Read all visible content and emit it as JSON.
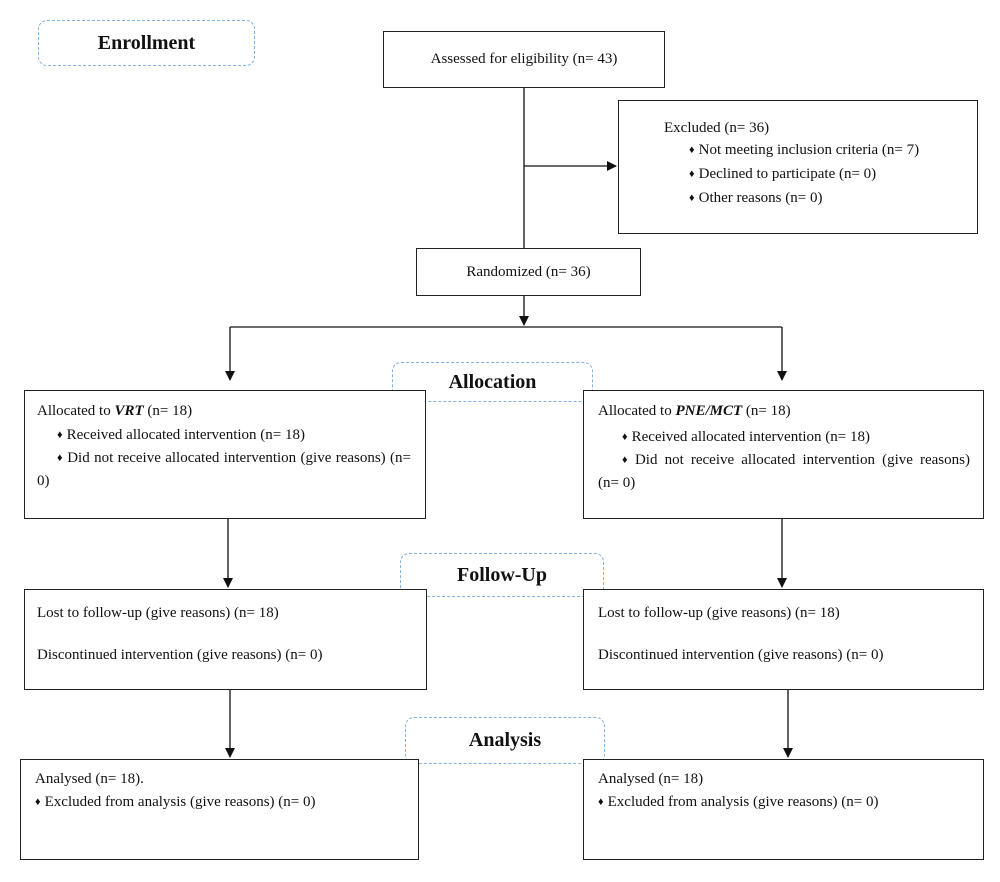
{
  "stages": {
    "enrollment": "Enrollment",
    "allocation": "Allocation",
    "follow_up": "Follow-Up",
    "analysis": "Analysis"
  },
  "assessed": "Assessed for eligibility (n= 43)",
  "excluded": {
    "title": "Excluded (n= 36)",
    "items": [
      "Not meeting inclusion criteria (n= 7)",
      "Declined to participate (n= 0)",
      "Other reasons (n= 0)"
    ]
  },
  "randomized": "Randomized (n= 36)",
  "left": {
    "alloc_prefix": "Allocated to ",
    "alloc_group": "VRT",
    "alloc_suffix": " (n= 18)",
    "received": "Received allocated intervention (n= 18)",
    "not_received": "Did not receive allocated intervention (give reasons) (n= 0)",
    "lost": "Lost to follow-up (give reasons) (n= 18)",
    "discontinued": "Discontinued intervention (give reasons) (n= 0)",
    "analysed": "Analysed (n= 18).",
    "excluded_analysis": "Excluded from analysis (give reasons) (n= 0)"
  },
  "right": {
    "alloc_prefix": "Allocated to ",
    "alloc_group": "PNE/MCT",
    "alloc_suffix": " (n= 18)",
    "received": "Received allocated intervention (n= 18)",
    "not_received": "Did not receive allocated intervention (give reasons) (n= 0)",
    "lost": "Lost to follow-up (give reasons) (n= 18)",
    "discontinued": "Discontinued intervention (give reasons) (n= 0)",
    "analysed": "Analysed  (n= 18)",
    "excluded_analysis": "Excluded from analysis (give reasons) (n= 0)"
  },
  "bullet_glyph": "♦"
}
